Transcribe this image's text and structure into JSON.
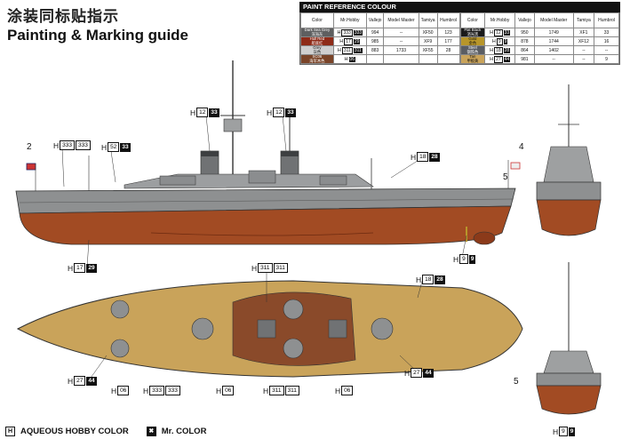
{
  "header": {
    "title_cn": "涂装同标贴指示",
    "title_en": "Painting & Marking guide"
  },
  "paint_table": {
    "title": "PAINT  REFERENCE COLOUR",
    "columns": [
      "Color",
      "Mr.Hobby",
      "Vallejo",
      "Model Master",
      "Tamiya",
      "Humbrol"
    ],
    "left_rows": [
      {
        "color_en": "Dark Sea Grey",
        "color_cn": "深海灰",
        "swatch": "#5e5f60",
        "hobby_h": "333",
        "hobby_num": "333",
        "vallejo": "994",
        "model_master": "--",
        "tamiya": "XF50",
        "humbrol": "123"
      },
      {
        "color_en": "Hull Red",
        "color_cn": "船底红",
        "swatch": "#8e2b18",
        "hobby_h": "17",
        "hobby_num": "29",
        "vallejo": "985",
        "model_master": "--",
        "tamiya": "XF9",
        "humbrol": "177"
      },
      {
        "color_en": "Grey",
        "color_cn": "灰色",
        "swatch": "#cfcfcf",
        "hobby_h": "311",
        "hobby_num": "311",
        "vallejo": "883",
        "model_master": "1733",
        "tamiya": "XF55",
        "humbrol": "28"
      },
      {
        "color_en": "SC06",
        "color_cn": "海军木色",
        "swatch": "#7a4428",
        "hobby_h": "",
        "hobby_num": "06",
        "vallejo": "",
        "model_master": "",
        "tamiya": "",
        "humbrol": ""
      }
    ],
    "right_rows": [
      {
        "color_en": "Flat Black",
        "color_cn": "消光黑",
        "swatch": "#1a1a1a",
        "hobby_h": "12",
        "hobby_num": "33",
        "vallejo": "950",
        "model_master": "1749",
        "tamiya": "XF1",
        "humbrol": "33"
      },
      {
        "color_en": "Gold",
        "color_cn": "金色",
        "swatch": "#b8962a",
        "hobby_h": "9",
        "hobby_num": "9",
        "vallejo": "878",
        "model_master": "1744",
        "tamiya": "XF12",
        "humbrol": "16"
      },
      {
        "color_en": "Steel",
        "color_cn": "钢铁色",
        "swatch": "#5a5d63",
        "hobby_h": "18",
        "hobby_num": "28",
        "vallejo": "864",
        "model_master": "1402",
        "tamiya": "--",
        "humbrol": "--"
      },
      {
        "color_en": "Tan",
        "color_cn": "甲板黄",
        "swatch": "#c9a35a",
        "hobby_h": "27",
        "hobby_num": "44",
        "vallejo": "981",
        "model_master": "--",
        "tamiya": "--",
        "humbrol": "9"
      }
    ]
  },
  "callouts": [
    {
      "id": "c-side-333",
      "h": "333",
      "num": "333",
      "dark": false
    },
    {
      "id": "c-side-52",
      "h": "52",
      "num": "33",
      "dark": true
    },
    {
      "id": "c-side-12a",
      "h": "12",
      "num": "33",
      "dark": true
    },
    {
      "id": "c-side-12b",
      "h": "12",
      "num": "33",
      "dark": true
    },
    {
      "id": "c-side-18",
      "h": "18",
      "num": "28",
      "dark": true
    },
    {
      "id": "c-side-17",
      "h": "17",
      "num": "29",
      "dark": true
    },
    {
      "id": "c-side-9",
      "h": "9",
      "num": "9",
      "dark": true
    },
    {
      "id": "c-deck-311",
      "h": "311",
      "num": "311",
      "dark": false
    },
    {
      "id": "c-deck-18",
      "h": "18",
      "num": "28",
      "dark": true
    },
    {
      "id": "c-deck-27a",
      "h": "27",
      "num": "44",
      "dark": true
    },
    {
      "id": "c-deck-27b",
      "h": "27",
      "num": "44",
      "dark": true
    },
    {
      "id": "c-deck-06a",
      "h": "",
      "num": "06",
      "dark": false
    },
    {
      "id": "c-deck-333",
      "h": "333",
      "num": "333",
      "dark": false
    },
    {
      "id": "c-deck-06b",
      "h": "",
      "num": "06",
      "dark": false
    },
    {
      "id": "c-deck-311b",
      "h": "311",
      "num": "311",
      "dark": false
    },
    {
      "id": "c-deck-06c",
      "h": "",
      "num": "06",
      "dark": false
    },
    {
      "id": "c-bow-9",
      "h": "9",
      "num": "9",
      "dark": true
    }
  ],
  "numbers": {
    "n2": "2",
    "n4": "4",
    "n5a": "5",
    "n5b": "5"
  },
  "legend": {
    "hobby_symbol": "H",
    "hobby_label": "AQUEOUS HOBBY COLOR",
    "mr_symbol": "✖",
    "mr_label": "Mr. COLOR"
  },
  "colors": {
    "hull_grey": "#8e9091",
    "hull_red": "#a24b23",
    "deck_tan": "#c9a35a",
    "dark_grey": "#4e5052"
  }
}
